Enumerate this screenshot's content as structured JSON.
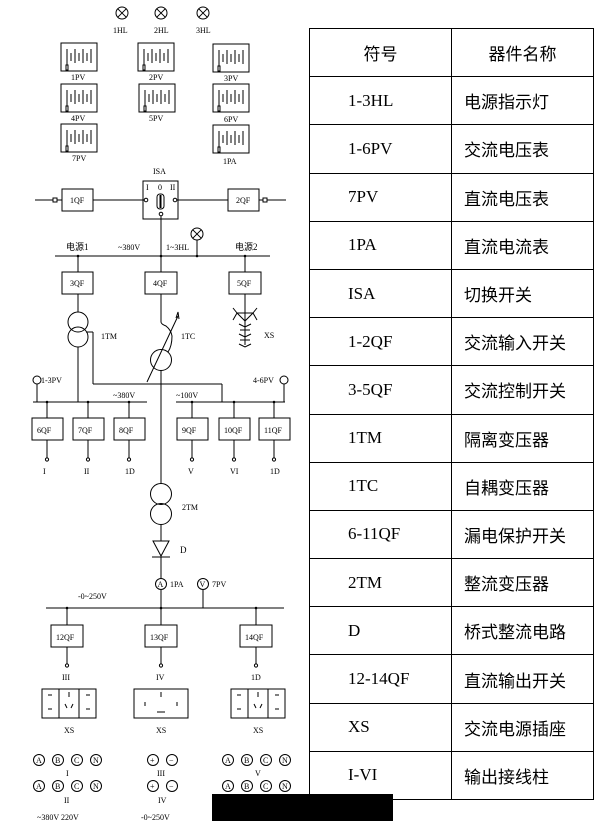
{
  "diagram": {
    "lamps": [
      "1HL",
      "2HL",
      "3HL"
    ],
    "meters": [
      "1PV",
      "2PV",
      "3PV",
      "4PV",
      "5PV",
      "6PV",
      "7PV",
      "1PA"
    ],
    "switch_label": "ISA",
    "switch_positions": [
      "I",
      "0",
      "II"
    ],
    "breakers": {
      "qf1": "1QF",
      "qf2": "2QF",
      "qf3": "3QF",
      "qf4": "4QF",
      "qf5": "5QF",
      "qf6": "6QF",
      "qf7": "7QF",
      "qf8": "8QF",
      "qf9": "9QF",
      "qf10": "10QF",
      "qf11": "11QF",
      "qf12": "12QF",
      "qf13": "13QF",
      "qf14": "14QF"
    },
    "bus_labels": {
      "source1": "电源1",
      "source2": "电源2",
      "ac380": "~380V",
      "lamps": "1~3HL",
      "pv13": "1-3PV",
      "pv46": "4-6PV",
      "ac380_low": "~380V",
      "ac100": "~100V",
      "dc250": "-0~250V"
    },
    "components": {
      "tm1": "1TM",
      "tc1": "1TC",
      "xs": "XS",
      "tm2": "2TM",
      "diode": "D",
      "pa1": "1PA",
      "pv7": "7PV"
    },
    "ac_outputs": [
      "I",
      "II",
      "1D",
      "V",
      "VI",
      "1D"
    ],
    "dc_outputs": [
      "III",
      "IV",
      "1D"
    ],
    "sockets": [
      "XS",
      "XS",
      "XS"
    ],
    "terminals": {
      "group1": {
        "row1": [
          "A",
          "B",
          "C",
          "N"
        ],
        "label1": "I",
        "row2": [
          "A",
          "B",
          "C",
          "N"
        ],
        "label2": "II",
        "caption": "~380V 220V"
      },
      "group2": {
        "row1": [
          "+",
          "−"
        ],
        "label1": "III",
        "row2": [
          "+",
          "−"
        ],
        "label2": "IV",
        "caption": "-0~250V"
      },
      "group3": {
        "row1": [
          "A",
          "B",
          "C",
          "N"
        ],
        "label1": "V",
        "row2": [
          "A",
          "B",
          "C",
          "N"
        ]
      }
    }
  },
  "legend": {
    "headers": [
      "符号",
      "器件名称"
    ],
    "rows": [
      {
        "symbol": "1-3HL",
        "name": "电源指示灯"
      },
      {
        "symbol": "1-6PV",
        "name": "交流电压表"
      },
      {
        "symbol": "7PV",
        "name": "直流电压表"
      },
      {
        "symbol": "1PA",
        "name": "直流电流表"
      },
      {
        "symbol": "ISA",
        "name": "切换开关"
      },
      {
        "symbol": "1-2QF",
        "name": "交流输入开关"
      },
      {
        "symbol": "3-5QF",
        "name": "交流控制开关"
      },
      {
        "symbol": "1TM",
        "name": "隔离变压器"
      },
      {
        "symbol": "1TC",
        "name": "自耦变压器"
      },
      {
        "symbol": "6-11QF",
        "name": "漏电保护开关"
      },
      {
        "symbol": "2TM",
        "name": "整流变压器"
      },
      {
        "symbol": "D",
        "name": "桥式整流电路"
      },
      {
        "symbol": "12-14QF",
        "name": "直流输出开关"
      },
      {
        "symbol": "XS",
        "name": "交流电源插座"
      },
      {
        "symbol": "I-VI",
        "name": "输出接线柱"
      }
    ]
  }
}
